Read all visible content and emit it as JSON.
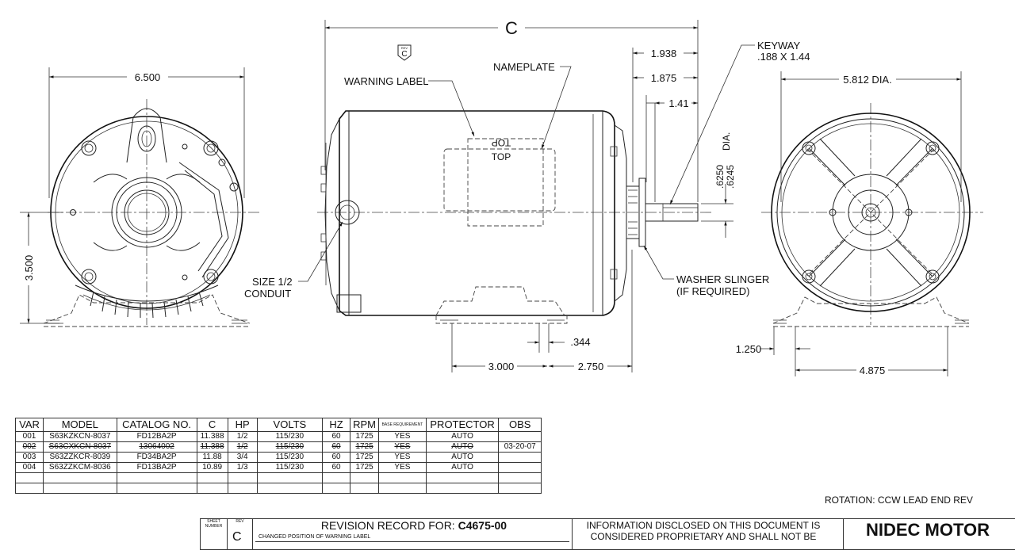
{
  "dimensions": {
    "front_width": "6.500",
    "shaft_height": "3.500",
    "overall_length": "C",
    "d_1938": "1.938",
    "d_1875": "1.875",
    "d_141": "1.41",
    "shaft_dia_top": ".6250",
    "shaft_dia_bottom": ".6245",
    "shaft_dia_suffix": "DIA.",
    "d_344": ".344",
    "d_3000": "3.000",
    "d_2750": "2.750",
    "end_dia": "5.812  DIA.",
    "d_1250": "1.250",
    "d_4875": "4.875"
  },
  "labels": {
    "rev_marker_small": "REV",
    "rev_marker_letter": "C",
    "warning_label": "WARNING LABEL",
    "nameplate": "NAMEPLATE",
    "top_upside": "TOP",
    "top": "TOP",
    "keyway_line1": "KEYWAY",
    "keyway_line2": ".188 X 1.44",
    "conduit_line1": "SIZE 1/2",
    "conduit_line2": "CONDUIT",
    "slinger_line1": "WASHER SLINGER",
    "slinger_line2": "(IF REQUIRED)"
  },
  "spec_table": {
    "headers": [
      "VAR",
      "MODEL",
      "CATALOG NO.",
      "C",
      "HP",
      "VOLTS",
      "HZ",
      "RPM",
      "BASE REQUIREMENT",
      "PROTECTOR",
      "OBS"
    ],
    "rows": [
      [
        "001",
        "S63KZKCN-8037",
        "FD12BA2P",
        "11.388",
        "1/2",
        "115/230",
        "60",
        "1725",
        "YES",
        "AUTO",
        ""
      ],
      [
        "002",
        "S63CXKCN-8037",
        "13064002",
        "11.388",
        "1/2",
        "115/230",
        "60",
        "1725",
        "YES",
        "AUTO",
        "03-20-07"
      ],
      [
        "003",
        "S63ZZKCR-8039",
        "FD34BA2P",
        "11.88",
        "3/4",
        "115/230",
        "60",
        "1725",
        "YES",
        "AUTO",
        ""
      ],
      [
        "004",
        "S63ZZKCM-8036",
        "FD13BA2P",
        "10.89",
        "1/3",
        "115/230",
        "60",
        "1725",
        "YES",
        "AUTO",
        ""
      ],
      [
        "",
        "",
        "",
        "",
        "",
        "",
        "",
        "",
        "",
        "",
        ""
      ],
      [
        "",
        "",
        "",
        "",
        "",
        "",
        "",
        "",
        "",
        "",
        ""
      ]
    ],
    "struck_row_index": 1
  },
  "rotation_note": "ROTATION:  CCW LEAD END REV",
  "title_block": {
    "sheet_label": "SHEET NUMBER",
    "rev_label": "REV",
    "rev_value": "C",
    "record_title_prefix": "REVISION RECORD FOR: ",
    "record_id": "C4675-00",
    "change_line": "CHANGED POSITION OF WARNING LABEL",
    "notice": "INFORMATION DISCLOSED ON THIS DOCUMENT IS CONSIDERED PROPRIETARY AND SHALL NOT BE",
    "company": "NIDEC MOTOR"
  }
}
